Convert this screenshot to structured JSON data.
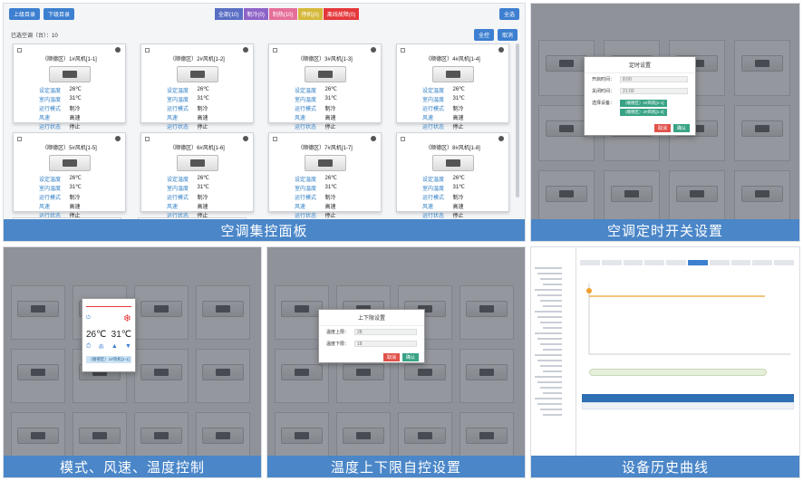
{
  "captions": {
    "p1": "空调集控面板",
    "p2": "空调定时开关设置",
    "p3": "模式、风速、温度控制",
    "p4": "温度上下限自控设置",
    "p5": "设备历史曲线"
  },
  "main": {
    "left_buttons": [
      "上级目录",
      "下级目录"
    ],
    "tags": [
      {
        "label": "全部(10)",
        "color": "#5a6fc4"
      },
      {
        "label": "制冷(0)",
        "color": "#8e64c8"
      },
      {
        "label": "制热(10)",
        "color": "#e56f9a"
      },
      {
        "label": "停机(0)",
        "color": "#d5b93a"
      },
      {
        "label": "离线故障(0)",
        "color": "#e5383b"
      }
    ],
    "right_button": "全选",
    "filter_label": "已选空调（台）：10",
    "filter_buttons": [
      "全控",
      "取消"
    ],
    "cards": [
      {
        "title": "（顺德区）1#风机[1-1]"
      },
      {
        "title": "（顺德区）2#风机[1-2]"
      },
      {
        "title": "（顺德区）3#风机[1-3]"
      },
      {
        "title": "（顺德区）4#风机[1-4]"
      },
      {
        "title": "（顺德区）5#风机[1-5]"
      },
      {
        "title": "（顺德区）6#风机[1-6]"
      },
      {
        "title": "（顺德区）7#风机[1-7]"
      },
      {
        "title": "（顺德区）8#风机[1-8]"
      }
    ],
    "kv_keys": [
      "设定温度",
      "室内温度",
      "运行模式",
      "风速",
      "运行状态"
    ],
    "kv_values": [
      "26℃",
      "31℃",
      "制冷",
      "高速",
      "停止"
    ]
  },
  "timer_modal": {
    "title": "定时设置",
    "open_label": "开启时间：",
    "open_value": "8:00",
    "close_label": "关闭时间：",
    "close_value": "21:00",
    "device_label": "选择设备：",
    "chips": [
      "（顺德区）1#风机[1-1]",
      "（顺德区）2#风机[1-2]"
    ],
    "cancel": "取消",
    "ok": "确认"
  },
  "control_popup": {
    "set_temp": "26℃",
    "room_temp": "31℃",
    "device": "（顺德区）1#风机[1-1]"
  },
  "limit_modal": {
    "title": "上下限设置",
    "upper_label": "温度上限：",
    "upper_value": "28",
    "lower_label": "温度下限：",
    "lower_value": "18",
    "cancel": "取消",
    "ok": "确认"
  }
}
